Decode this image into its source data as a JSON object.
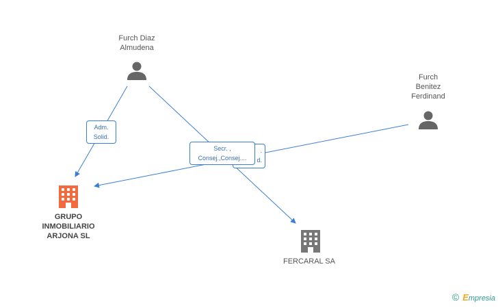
{
  "colors": {
    "edge": "#3a7fd5",
    "person": "#666666",
    "company_main": "#f26a3d",
    "company": "#777777"
  },
  "nodes": {
    "person1": {
      "name": "Furch Diaz\nAlmudena",
      "icon": "person-icon"
    },
    "person2": {
      "name": "Furch\nBenitez\nFerdinand",
      "icon": "person-icon"
    },
    "company1": {
      "name": "GRUPO\nINMOBILIARIO\nARJONA SL",
      "icon": "building-icon"
    },
    "company2": {
      "name": "FERCARAL SA",
      "icon": "building-icon"
    }
  },
  "edges": {
    "adm_solid": "Adm.\nSolid.",
    "secr_consej": "Secr. ,\nConsej.,Consej....",
    "behind_box": ".\nd."
  },
  "footer": {
    "copyright": "©",
    "brand_initial": "E",
    "brand_rest": "mpresia"
  }
}
